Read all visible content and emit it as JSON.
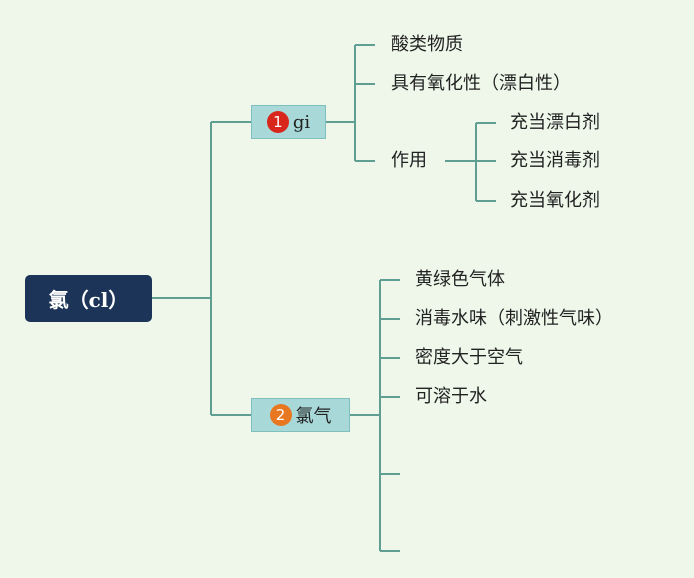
{
  "colors": {
    "line": "#5f9f92",
    "root_bg": "#1c3458",
    "branch_bg": "#a8d9d8",
    "badge_1": "#d9261c",
    "badge_2": "#e87722",
    "background": "#eef7ea"
  },
  "root": {
    "label": "氯（cl）"
  },
  "branch1": {
    "badge": "1",
    "label": "gi",
    "leaves": [
      "酸类物质",
      "具有氧化性（漂白性）",
      "作用"
    ],
    "usage": [
      "充当漂白剂",
      "充当消毒剂",
      "充当氧化剂"
    ]
  },
  "branch2": {
    "badge": "2",
    "label": "氯气",
    "leaves": [
      "黄绿色气体",
      "消毒水味（刺激性气味）",
      "密度大于空气",
      "可溶于水",
      "",
      ""
    ]
  }
}
